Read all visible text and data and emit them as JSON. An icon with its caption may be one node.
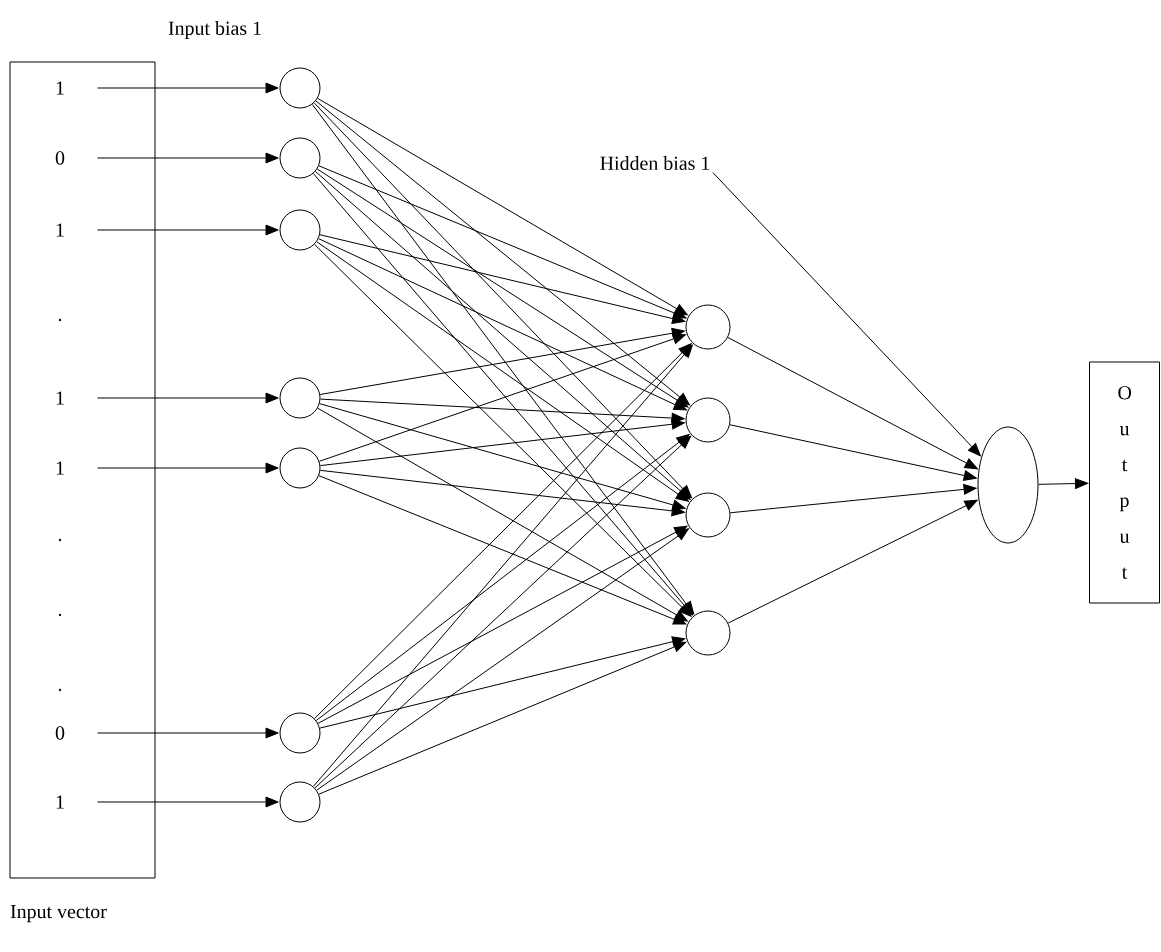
{
  "diagram": {
    "nodes": [
      {
        "text": [
          "Input vector"
        ]
      },
      {
        "text": [
          "1"
        ],
        "in": 0
      },
      {
        "text": [
          "0"
        ],
        "in": 0
      },
      {
        "text": [
          "1"
        ],
        "in": 0
      },
      {
        "text": [
          "1"
        ],
        "in": 0
      },
      {
        "text": [
          "1"
        ],
        "in": 0
      },
      {
        "text": [
          "0"
        ],
        "in": 0
      },
      {
        "text": [
          "1"
        ],
        "in": 0
      },
      {
        "text": [],
        "shape": "circle"
      },
      {
        "text": [],
        "shape": "circle"
      },
      {
        "text": [],
        "shape": "circle"
      },
      {
        "text": [],
        "shape": "circle"
      },
      {
        "text": [],
        "shape": "circle"
      },
      {
        "text": [],
        "shape": "circle"
      },
      {
        "text": [],
        "shape": "circle"
      },
      {
        "text": [],
        "shape": "circle"
      },
      {
        "text": [],
        "shape": "circle"
      },
      {
        "text": [],
        "shape": "circle"
      },
      {
        "text": [],
        "shape": "circle"
      },
      {
        "text": [
          "Hidden bias 1"
        ]
      },
      {
        "text": [],
        "shape": "ellipse"
      },
      {
        "text": [
          "O u t p u t"
        ]
      }
    ],
    "edges": [
      {
        "from": 1,
        "to": 8,
        "arrow": "to"
      },
      {
        "from": 2,
        "to": 9,
        "arrow": "to"
      },
      {
        "from": 3,
        "to": 10,
        "arrow": "to"
      },
      {
        "from": 4,
        "to": 11,
        "arrow": "to"
      },
      {
        "from": 5,
        "to": 12,
        "arrow": "to"
      },
      {
        "from": 6,
        "to": 13,
        "arrow": "to"
      },
      {
        "from": 7,
        "to": 14,
        "arrow": "to"
      },
      {
        "from": 8,
        "to": 15,
        "arrow": "to"
      },
      {
        "from": 8,
        "to": 16,
        "arrow": "to"
      },
      {
        "from": 8,
        "to": 17,
        "arrow": "to"
      },
      {
        "from": 8,
        "to": 18,
        "arrow": "to"
      },
      {
        "from": 9,
        "to": 15,
        "arrow": "to"
      },
      {
        "from": 9,
        "to": 16,
        "arrow": "to"
      },
      {
        "from": 9,
        "to": 17,
        "arrow": "to"
      },
      {
        "from": 9,
        "to": 18,
        "arrow": "to"
      },
      {
        "from": 10,
        "to": 15,
        "arrow": "to"
      },
      {
        "from": 10,
        "to": 16,
        "arrow": "to"
      },
      {
        "from": 10,
        "to": 17,
        "arrow": "to"
      },
      {
        "from": 10,
        "to": 18,
        "arrow": "to"
      },
      {
        "from": 11,
        "to": 15,
        "arrow": "to"
      },
      {
        "from": 11,
        "to": 16,
        "arrow": "to"
      },
      {
        "from": 11,
        "to": 17,
        "arrow": "to"
      },
      {
        "from": 11,
        "to": 18,
        "arrow": "to"
      },
      {
        "from": 12,
        "to": 15,
        "arrow": "to"
      },
      {
        "from": 12,
        "to": 16,
        "arrow": "to"
      },
      {
        "from": 12,
        "to": 17,
        "arrow": "to"
      },
      {
        "from": 12,
        "to": 18,
        "arrow": "to"
      },
      {
        "from": 13,
        "to": 15,
        "arrow": "to"
      },
      {
        "from": 13,
        "to": 16,
        "arrow": "to"
      },
      {
        "from": 13,
        "to": 17,
        "arrow": "to"
      },
      {
        "from": 13,
        "to": 18,
        "arrow": "to"
      },
      {
        "from": 14,
        "to": 15,
        "arrow": "to"
      },
      {
        "from": 14,
        "to": 16,
        "arrow": "to"
      },
      {
        "from": 14,
        "to": 17,
        "arrow": "to"
      },
      {
        "from": 14,
        "to": 18,
        "arrow": "to"
      },
      {
        "from": 15,
        "to": 20,
        "arrow": "to"
      },
      {
        "from": 16,
        "to": 20,
        "arrow": "to"
      },
      {
        "from": 17,
        "to": 20,
        "arrow": "to"
      },
      {
        "from": 18,
        "to": 20,
        "arrow": "to"
      },
      {
        "from": 19,
        "to": 20,
        "arrow": "to"
      },
      {
        "from": 20,
        "to": 21,
        "arrow": "to"
      }
    ],
    "labels": [
      "Input bias 1",
      ".",
      ".",
      ".",
      "."
    ]
  }
}
